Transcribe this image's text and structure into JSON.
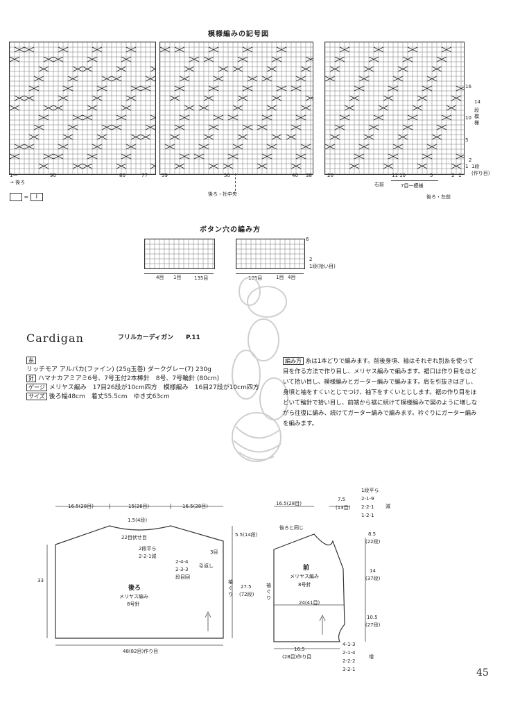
{
  "top_chart": {
    "title": "模様編みの記号図",
    "bottom_labels": {
      "left_row": "1一",
      "back_left": "→ 後ろ",
      "n90": "90",
      "n80": "80",
      "n77": "77",
      "n59": "59",
      "n50": "50",
      "n40": "40",
      "n38": "38",
      "n20": "20",
      "n11": "11",
      "n10": "10",
      "n5": "5",
      "n2": "2",
      "n1": "1",
      "right_front": "右前",
      "back_center": "後ろ・社中央",
      "repeat": "7目一模様",
      "back_left_front": "後ろ・左前",
      "right_side": "1段",
      "right_side2": "(作り目)",
      "right_marks": [
        "16",
        "14",
        "10",
        "5",
        "2",
        "1"
      ],
      "rows_label": "段模様",
      "knit_symbol_legend_eq": "=",
      "knit_symbol": "I"
    }
  },
  "buttonhole": {
    "title": "ボタン穴の編み方",
    "row6": "6",
    "row2": "2",
    "row1": "1段(拾い目)",
    "left": [
      "4目",
      "1目",
      "135目"
    ],
    "right": [
      "135目",
      "1目",
      "4目"
    ]
  },
  "cardigan": {
    "title": "Cardigan",
    "subtitle": "フリルカーディガン",
    "page": "P.11"
  },
  "materials": {
    "yarn_label": "糸",
    "yarn_text": "リッチモア アルパカ(ファイン) (25g玉巻) ダークグレー(7) 230g",
    "needle_label": "針",
    "needle_text": "ハマナカアミアミ6号、7号玉付2本棒針　8号、7号輪針 (80cm)",
    "gauge_label": "ゲージ",
    "gauge_text": "メリヤス編み　17目26段が10cm四方　模様編み　16目27段が10cm四方",
    "size_label": "サイズ",
    "size_text": "後ろ幅48cm　着丈55.5cm　ゆき丈63cm"
  },
  "instructions": {
    "label": "編み方",
    "text": "糸は1本どりで編みます。前後身頃、袖はそれぞれ別糸を使って目を作る方法で作り目し、メリヤス編みで編みます。裾口は作り目をほどいて拾い目し、模様編みとガーター編みで編みます。肩を引抜きはぎし、身頃と袖をすくいとじでつけ、袖下をすくいとじします。裾の作り目をほどいて輪針で拾い目し、前端から裾に続けて模様編みで図のように増しながら往復に編み、続けてガーター編みで編みます。衿ぐりにガーター編みを編みます。"
  },
  "back_diagram": {
    "top": [
      "16.5(28目)",
      "15(26目)",
      "16.5(28目)"
    ],
    "neck_drop": "1.5(4段)",
    "neck_dec": "22目伏せ目",
    "neck_rule1": "2段平ら",
    "neck_rule2": "2-2-1減",
    "shoulder_rule": [
      "2-4-4",
      "2-3-3",
      "段目回"
    ],
    "shoulder_note": "引返し",
    "shoulder_end": "3目",
    "label": "後ろ",
    "stitch": "メリヤス編み",
    "needle": "8号針",
    "side_left": "33",
    "side_right_top": "5.5(14段)",
    "side_right": "27.5",
    "side_right2": "(72段)",
    "armhole": "袖ぐり",
    "bottom": "48(82目)作り目"
  },
  "front_diagram": {
    "top_left": "16.5(28目)",
    "top_mid": "7.5",
    "top_mid2": "(13目)",
    "rule_top": [
      "1段平ら",
      "2-1-9",
      "2-2-1",
      "1-2-1"
    ],
    "rule_dec": "減",
    "shoulder_note": "後ろと同じ",
    "label": "前",
    "stitch": "メリヤス編み",
    "needle": "8号針",
    "armhole": "袖ぐり",
    "width": "24(41目)",
    "side_r1": "8.5",
    "side_r1b": "(22段)",
    "side_r2": "14",
    "side_r2b": "(37段)",
    "side_r3": "10.5",
    "side_r3b": "(27段)",
    "rule_bottom": [
      "4-1-3",
      "2-1-4",
      "2-2-2",
      "3-2-1"
    ],
    "rule_inc": "増",
    "bottom": "16.5",
    "bottom2": "(28目)作り目"
  },
  "page_number": "45"
}
